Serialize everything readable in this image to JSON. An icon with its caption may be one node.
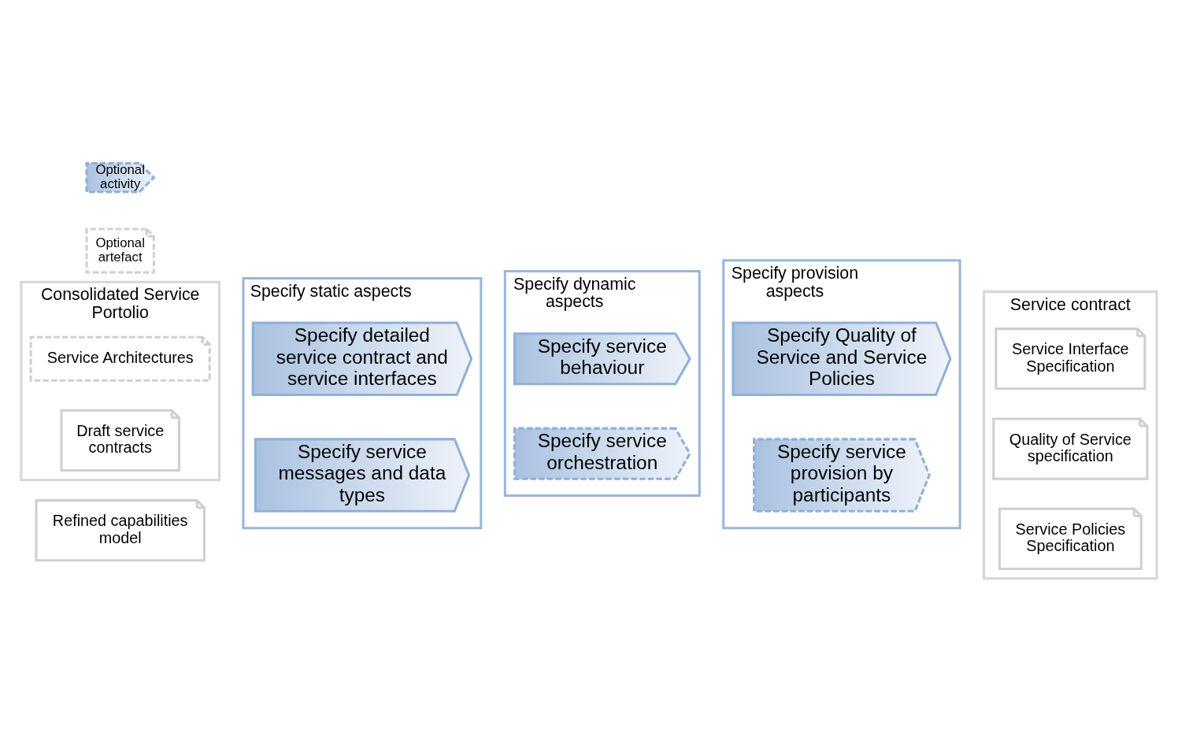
{
  "diagram": {
    "nodes": [
      {
        "text": [
          "Refined capabilities model"
        ]
      },
      {
        "text": [
          "Consolidated Service Portolio"
        ]
      },
      {
        "text": [
          "Service Architectures"
        ],
        "in": 1
      },
      {
        "text": [
          "Draft service contracts"
        ],
        "in": 1
      },
      {
        "text": [
          "Specify static aspects"
        ]
      },
      {
        "text": [
          "Specify detailed service contract and service interfaces"
        ],
        "in": 4
      },
      {
        "text": [
          "Specify service messages and data types"
        ],
        "in": 4
      },
      {
        "text": [
          "Specify dynamic aspects"
        ]
      },
      {
        "text": [
          "Specify service behaviour"
        ],
        "in": 7
      },
      {
        "text": [
          "Specify service orchestration"
        ],
        "in": 7
      },
      {
        "text": [
          "Specify provision aspects"
        ]
      },
      {
        "text": [
          "Specify Quality of Service and Service Policies"
        ],
        "in": 10
      },
      {
        "text": [
          "Specify service provision by participants"
        ],
        "in": 10
      },
      {
        "text": [
          "Service contract"
        ]
      },
      {
        "text": [
          "Service Interface Specification"
        ],
        "in": 13
      },
      {
        "text": [
          "Quality of Service specification"
        ],
        "in": 13
      },
      {
        "text": [
          "Service Policies Specification"
        ],
        "in": 13
      }
    ],
    "edges": [],
    "legend": [
      {
        "text": "Optional activity"
      },
      {
        "text": "Optional artefact"
      }
    ]
  }
}
